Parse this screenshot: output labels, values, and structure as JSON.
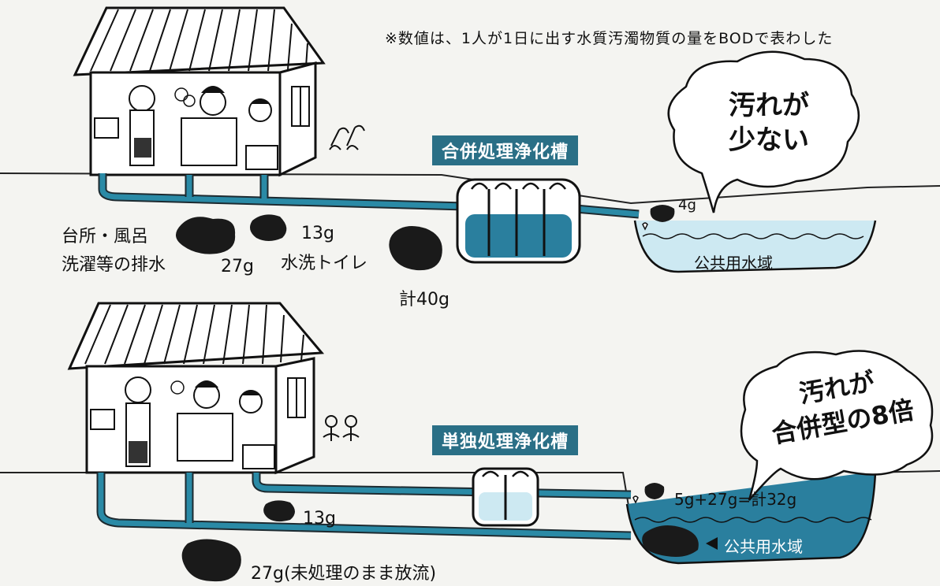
{
  "note": "※数値は、1人が1日に出す水質汚濁物質の量をBODで表わした",
  "top": {
    "tank_label": "合併処理浄化槽",
    "source_label_line1": "台所・風呂",
    "source_label_line2": "洗濯等の排水",
    "kitchen_amount": "27g",
    "toilet_amount": "13g",
    "toilet_label": "水洗トイレ",
    "total": "計40g",
    "output_amount": "4g",
    "water_label": "公共用水域",
    "bubble_line1": "汚れが",
    "bubble_line2": "少ない"
  },
  "bottom": {
    "tank_label": "単独処理浄化槽",
    "toilet_amount": "13g",
    "untreated": "27g(未処理のまま放流)",
    "output_formula": "5g+27g=計32g",
    "water_label": "公共用水域",
    "bubble_line1": "汚れが",
    "bubble_line2": "合併型の8倍"
  },
  "colors": {
    "pipe": "#2a8aa6",
    "pipe_dark": "#1d6f88",
    "water": "#cde9f2",
    "water_dark": "#2a7f9e",
    "sludge": "#1a1a1a",
    "badge": "#2a6f86"
  }
}
